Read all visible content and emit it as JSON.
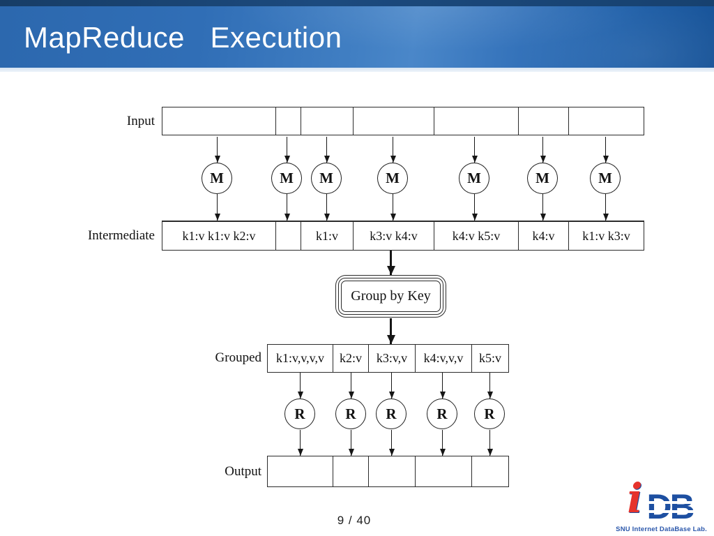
{
  "header": {
    "title": "MapReduce   Execution"
  },
  "diagram": {
    "row_labels": {
      "input": "Input",
      "intermediate": "Intermediate",
      "grouped": "Grouped",
      "output": "Output"
    },
    "group_by_key_label": "Group by Key",
    "map_nodes": [
      "M",
      "M",
      "M",
      "M",
      "M",
      "M",
      "M"
    ],
    "reduce_nodes": [
      "R",
      "R",
      "R",
      "R",
      "R"
    ],
    "intermediate_segments": [
      "k1:v k1:v k2:v",
      "",
      "k1:v",
      "k3:v k4:v",
      "k4:v k5:v",
      "k4:v",
      "k1:v k3:v"
    ],
    "grouped_segments": [
      "k1:v,v,v,v",
      "k2:v",
      "k3:v,v",
      "k4:v,v,v",
      "k5:v"
    ]
  },
  "footer": {
    "page_indicator": "9 / 40"
  },
  "logo": {
    "i": "i",
    "db": "DB",
    "caption": "SNU Internet DataBase Lab."
  },
  "colors": {
    "header_blue": "#2f6db5",
    "header_top_strip": "#173d66",
    "diagram_line": "#161616",
    "logo_red": "#e6332c",
    "logo_blue": "#1d4fa1"
  }
}
